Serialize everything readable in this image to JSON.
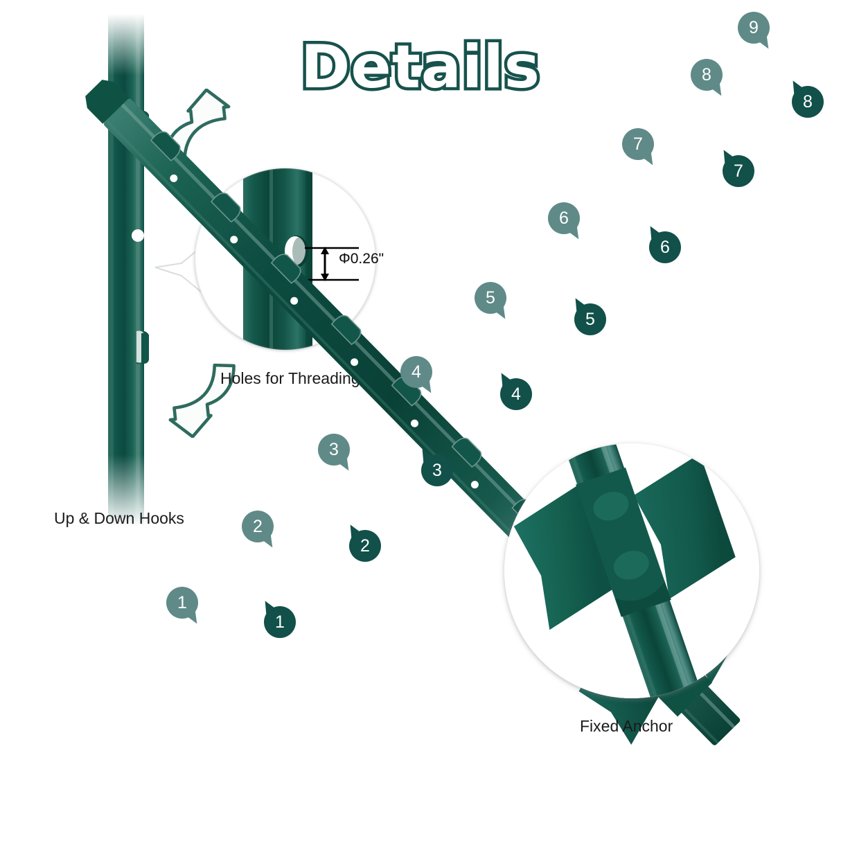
{
  "page": {
    "title": "Details",
    "background_color": "#ffffff"
  },
  "colors": {
    "title_fill": "#ffffff",
    "title_outline": "#17524c",
    "badge_hook": "#5f8a88",
    "badge_hole": "#12504a",
    "post_dark_green": "#0d4a42",
    "post_mid_green": "#16564d",
    "post_highlight": "#7b9c9a",
    "arrow_outline": "#2e6b5e",
    "caption_text": "#1a1a1a"
  },
  "left_panel": {
    "caption": "Up & Down Hooks",
    "up_arrow": "curved-up-arrow-icon",
    "down_arrow": "curved-down-arrow-icon",
    "hook_count": 2,
    "hole_count": 1
  },
  "magnifier": {
    "caption": "Holes for Threading",
    "dimension_label": "Φ0.26\"",
    "subject": "post-hole-closeup"
  },
  "anchor": {
    "caption": "Fixed Anchor",
    "subject": "post-anchor-plate-closeup",
    "rivet_count": 2
  },
  "post": {
    "orientation": "diagonal",
    "top_end": "tapered-tip",
    "feature_pairs": [
      {
        "number": "1",
        "hook_label": "1",
        "hole_label": "1"
      },
      {
        "number": "2",
        "hook_label": "2",
        "hole_label": "2"
      },
      {
        "number": "3",
        "hook_label": "3",
        "hole_label": "3"
      },
      {
        "number": "4",
        "hook_label": "4",
        "hole_label": "4"
      },
      {
        "number": "5",
        "hook_label": "5",
        "hole_label": "5"
      },
      {
        "number": "6",
        "hook_label": "6",
        "hole_label": "6"
      },
      {
        "number": "7",
        "hook_label": "7",
        "hole_label": "7"
      },
      {
        "number": "8",
        "hook_label": "8",
        "hole_label": "8"
      },
      {
        "number": "9",
        "hook_label": "9",
        "hole_label": null
      }
    ]
  },
  "badges": {
    "hook_numbers": [
      "1",
      "2",
      "3",
      "4",
      "5",
      "6",
      "7",
      "8",
      "9"
    ],
    "hole_numbers": [
      "1",
      "2",
      "3",
      "4",
      "5",
      "6",
      "7",
      "8"
    ]
  }
}
